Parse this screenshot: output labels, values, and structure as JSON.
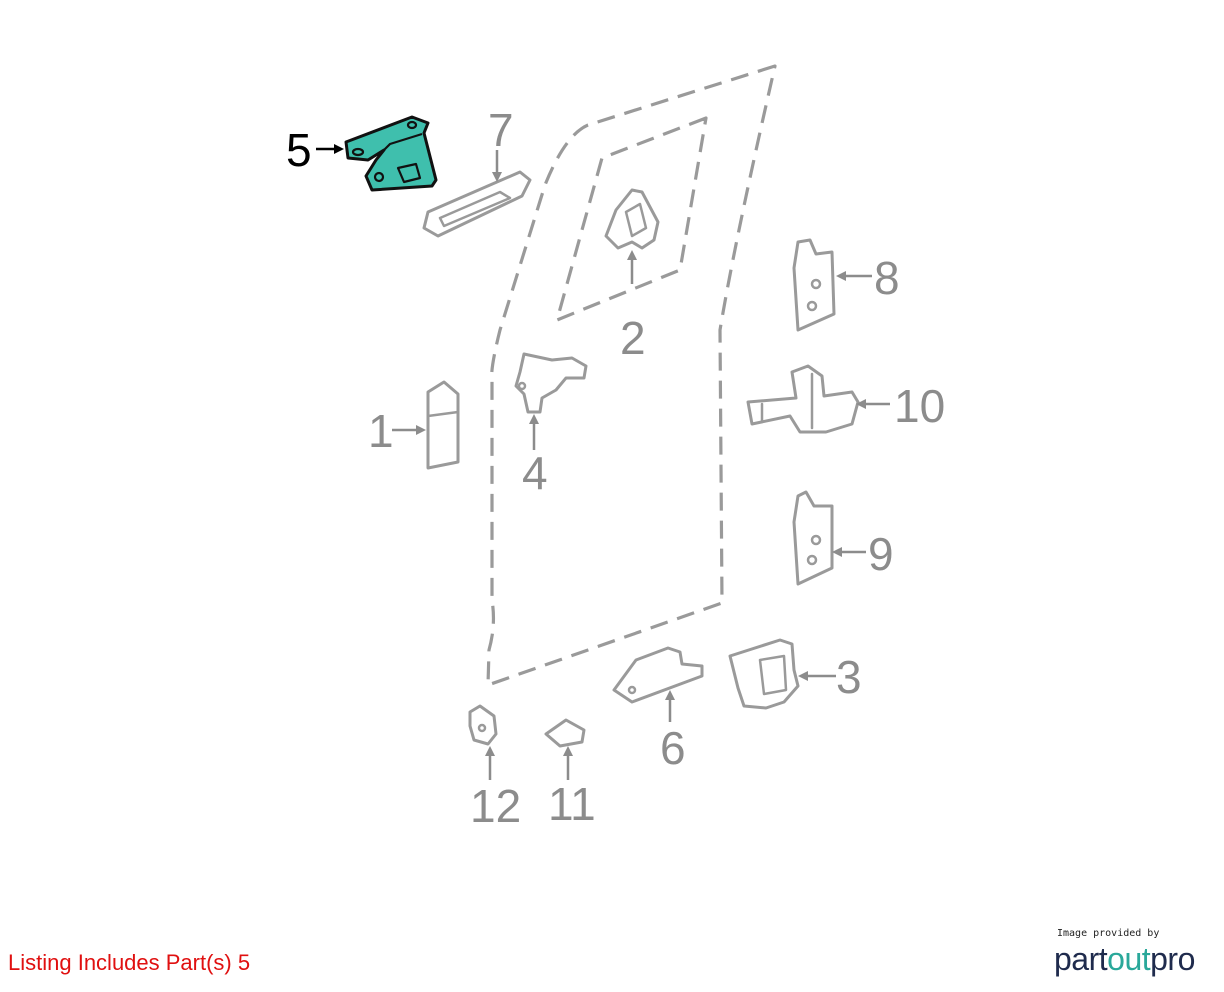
{
  "callouts": {
    "c1": "1",
    "c2": "2",
    "c3": "3",
    "c4": "4",
    "c5": "5",
    "c6": "6",
    "c7": "7",
    "c8": "8",
    "c9": "9",
    "c10": "10",
    "c11": "11",
    "c12": "12"
  },
  "highlighted_part": "5",
  "colors": {
    "highlight_fill": "#3fbfad",
    "part_stroke": "#9a9a9a",
    "callout_text": "#8c8c8c",
    "listing_note": "#e01010",
    "logo_dark": "#1f2b4d",
    "logo_accent": "#2aa89a"
  },
  "listing_note": "Listing Includes Part(s) 5",
  "logo": {
    "caption": "Image provided by",
    "word_part": "part",
    "word_out": "out",
    "word_pro": "pro"
  }
}
